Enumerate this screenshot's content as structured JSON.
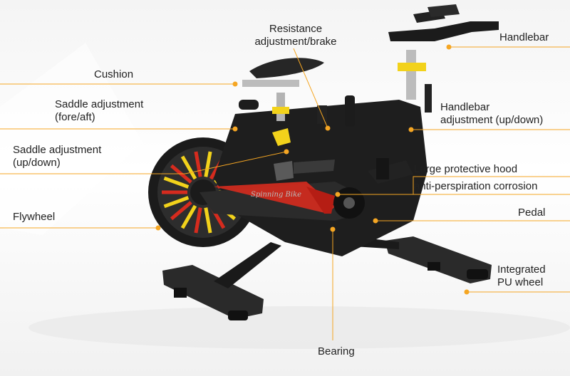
{
  "labels": {
    "resistance": [
      "Resistance",
      "adjustment/brake"
    ],
    "handlebar": "Handlebar",
    "cushion": "Cushion",
    "saddle_fore_aft": [
      "Saddle adjustment",
      "(fore/aft)"
    ],
    "handlebar_adjustment": [
      "Handlebar",
      "adjustment (up/down)"
    ],
    "saddle_up_down": [
      "Saddle adjustment",
      "(up/down)"
    ],
    "hood": "Large protective hood",
    "anti_perspiration": "anti-perspiration corrosion",
    "flywheel": "Flywheel",
    "pedal": "Pedal",
    "pu_wheel": [
      "Integrated",
      "PU wheel"
    ],
    "bearing": "Bearing"
  },
  "colors": {
    "accent": "#f5a623",
    "frame": "#1c1c1c",
    "yellow": "#f2d21b",
    "red": "#d62b1e"
  }
}
